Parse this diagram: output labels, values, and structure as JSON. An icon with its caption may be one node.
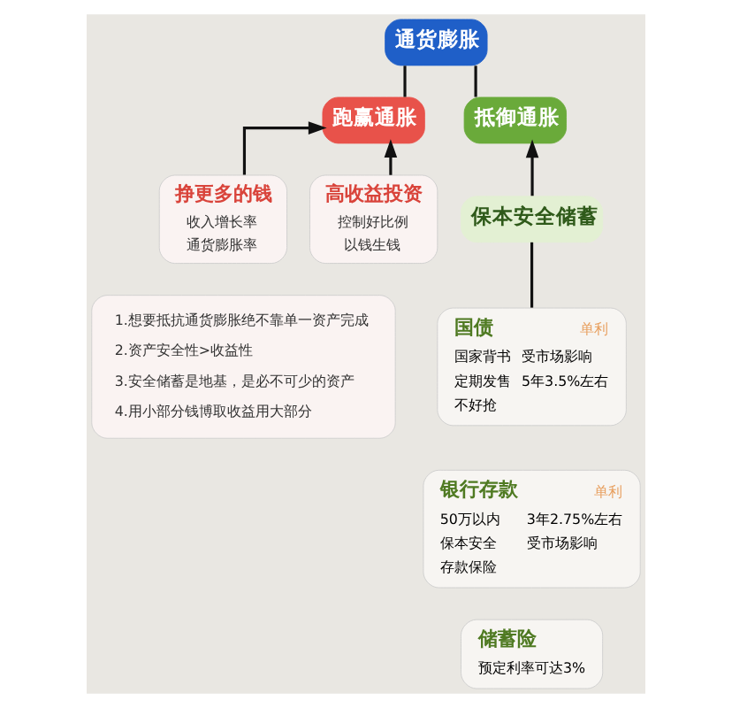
{
  "diagram": {
    "nodes": [
      {
        "text": [
          "通货膨胀"
        ]
      },
      {
        "text": [
          "跑赢通胀"
        ]
      },
      {
        "text": [
          "抵御通胀"
        ]
      },
      {
        "text": [
          "挣更多的钱",
          "收入增长率",
          "通货膨胀率"
        ]
      },
      {
        "text": [
          "高收益投资",
          "控制好比例",
          "以钱生钱"
        ]
      },
      {
        "text": [
          "保本安全储蓄"
        ]
      },
      {
        "text": [
          "1.想要抵抗通货膨胀绝不靠单一资产完成",
          "2.资产安全性>收益性",
          "3.安全储蓄是地基，是必不可少的资产",
          "4.用小部分钱博取收益用大部分"
        ]
      },
      {
        "text": [
          "国债",
          "单利",
          "国家背书",
          "受市场影响",
          "定期发售",
          "5年3.5%左右",
          "不好抢"
        ]
      },
      {
        "text": [
          "银行存款",
          "单利",
          "50万以内",
          "3年2.75%左右",
          "保本安全",
          "受市场影响",
          "存款保险"
        ]
      },
      {
        "text": [
          "储蓄险",
          "预定利率可达3%"
        ]
      }
    ],
    "edges": [
      {
        "from": 0,
        "to": 1,
        "arrow": "none"
      },
      {
        "from": 0,
        "to": 2,
        "arrow": "none"
      },
      {
        "from": 3,
        "to": 1,
        "arrow": "to"
      },
      {
        "from": 4,
        "to": 1,
        "arrow": "to"
      },
      {
        "from": 5,
        "to": 2,
        "arrow": "to"
      },
      {
        "from": 5,
        "to": 7,
        "arrow": "none"
      }
    ]
  }
}
